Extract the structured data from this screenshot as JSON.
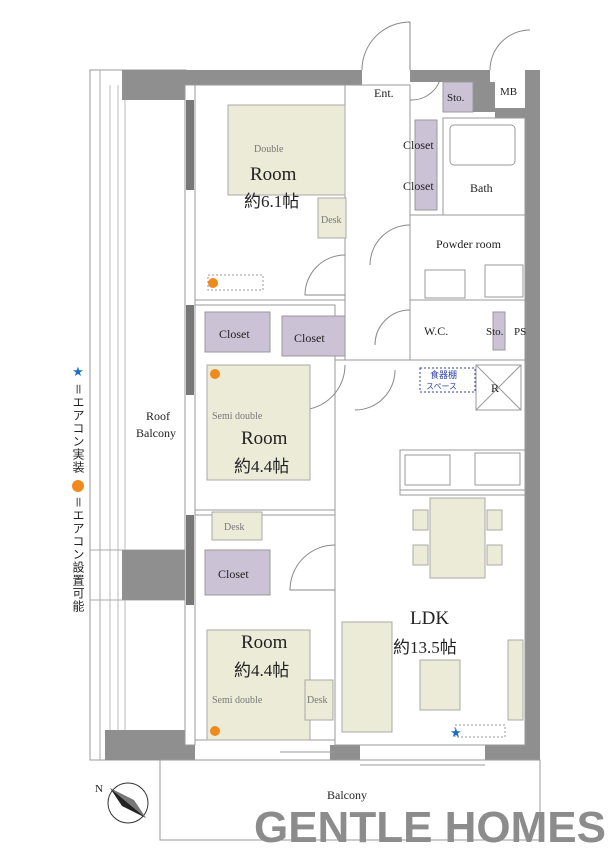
{
  "plan": {
    "rooms": [
      {
        "name": "Room",
        "size": "約6.1帖",
        "bed": "Double",
        "desk": "Desk"
      },
      {
        "name": "Room",
        "size": "約4.4帖",
        "bed": "Semi double",
        "desk": "Desk"
      },
      {
        "name": "Room",
        "size": "約4.4帖",
        "bed": "Semi double",
        "desk": "Desk"
      }
    ],
    "ldk": {
      "name": "LDK",
      "size": "約13.5帖"
    },
    "labels": {
      "ent": "Ent.",
      "sto": "Sto.",
      "mb": "MB",
      "closet": "Closet",
      "bath": "Bath",
      "powder": "Powder room",
      "wc": "W.C.",
      "ps": "PS",
      "r": "R",
      "dish1": "食器棚",
      "dish2": "スペース",
      "roof1": "Roof",
      "roof2": "Balcony",
      "balcony": "Balcony"
    },
    "legend": {
      "star": "★",
      "star_text": "＝エアコン実装",
      "dot_text": "＝エアコン設置可能"
    },
    "compass": "N"
  },
  "brand": "GENTLE HOMES",
  "colors": {
    "wall": "#8f8f8f",
    "closet": "#cbc2d6",
    "furniture": "#ecebd8",
    "star": "#1a6fc4",
    "dot": "#f08a1c"
  }
}
